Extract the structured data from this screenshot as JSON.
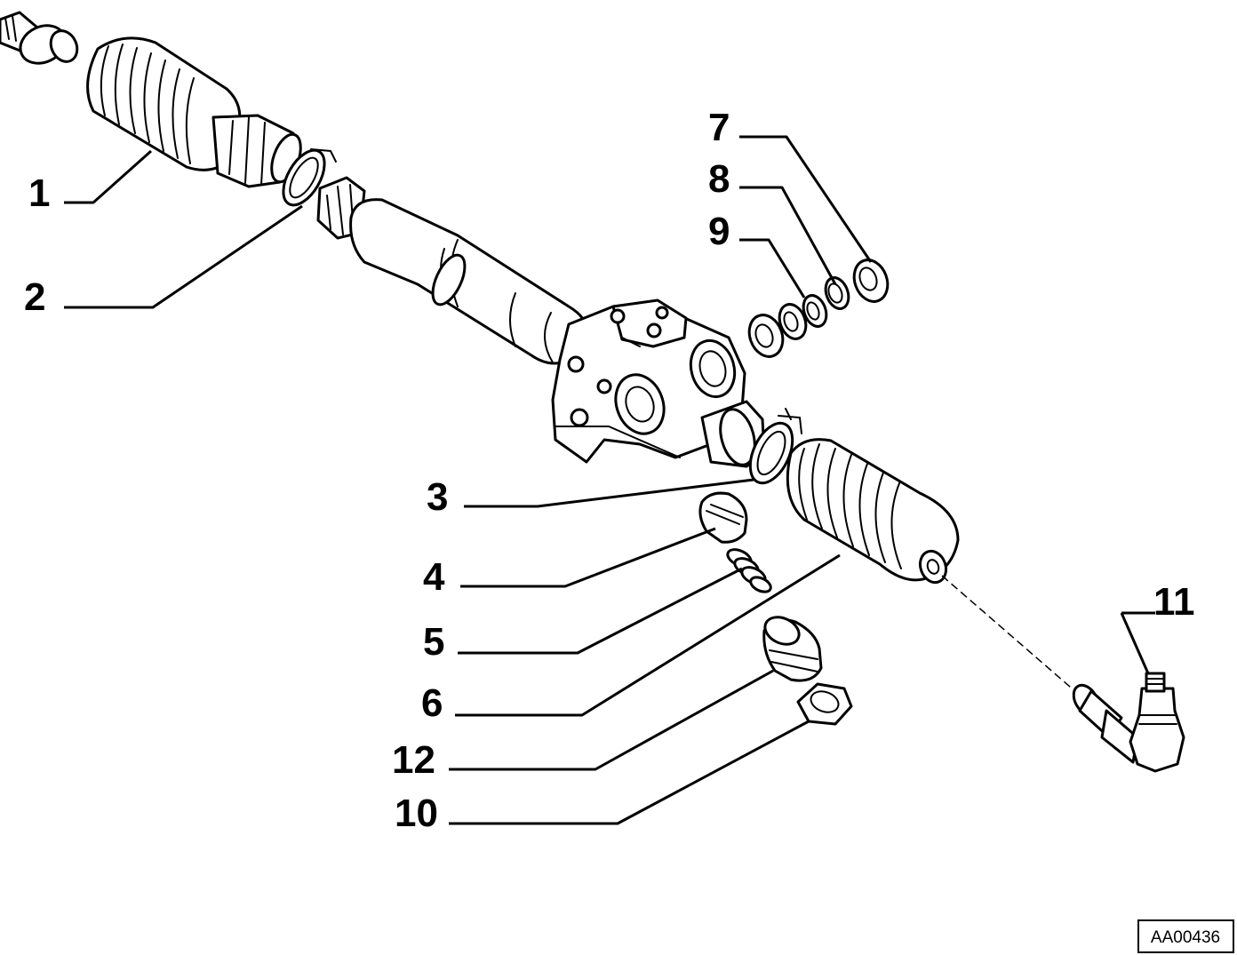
{
  "diagram": {
    "callouts": [
      {
        "id": "1",
        "label": "1"
      },
      {
        "id": "2",
        "label": "2"
      },
      {
        "id": "3",
        "label": "3"
      },
      {
        "id": "4",
        "label": "4"
      },
      {
        "id": "5",
        "label": "5"
      },
      {
        "id": "6",
        "label": "6"
      },
      {
        "id": "7",
        "label": "7"
      },
      {
        "id": "8",
        "label": "8"
      },
      {
        "id": "9",
        "label": "9"
      },
      {
        "id": "10",
        "label": "10"
      },
      {
        "id": "11",
        "label": "11"
      },
      {
        "id": "12",
        "label": "12"
      }
    ],
    "reference_code": "AA00436"
  }
}
